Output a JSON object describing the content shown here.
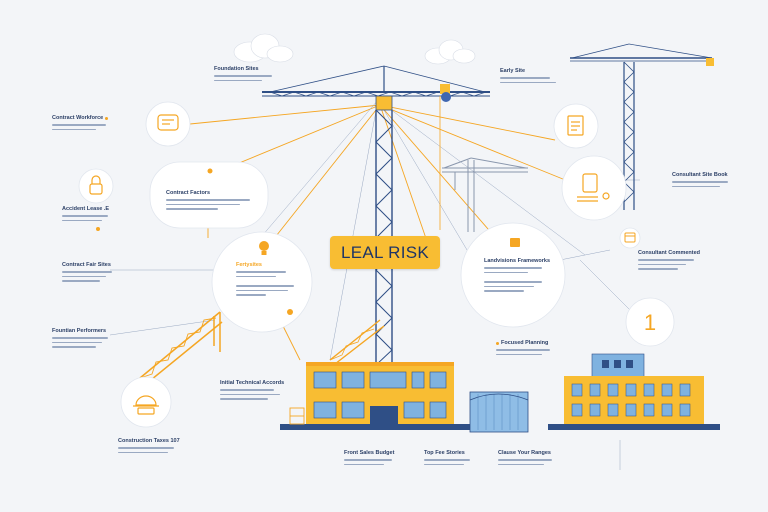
{
  "banner": {
    "title": "LEAL RISK"
  },
  "labels": {
    "top_crane_left": "Foundation Sites",
    "top_crane_right": "Early Site",
    "left_1": "Contract Workforce",
    "left_2": "Accident Lease .E",
    "left_3": "Contract Fair Sites",
    "left_4": "Fountian Performers",
    "left_5": "Construction Taxes 107",
    "bubble_1": "Contract Factors",
    "bubble_2": "Fertysites",
    "bubble_3": "Landvisions Frameworks",
    "right_1": "Consultant Site Book",
    "right_2": "Consultant Commented",
    "mid_crane": "Initial Technical Accords",
    "building_right": "Focused Planning",
    "bottom_1": "Front Sales Budget",
    "bottom_2": "Top Fee Stories",
    "bottom_3": "Clause Your Ranges",
    "right_number": "1"
  },
  "icons": {
    "bubble_a": "chat-icon",
    "bubble_b": "document-icon",
    "bubble_c": "hand-icon",
    "circle_left": "lock-icon",
    "circle_bottom_left": "hardhat-icon",
    "pin": "lightbulb-icon",
    "calendar": "calendar-icon"
  },
  "colors": {
    "background": "#f3f5f8",
    "accent_yellow": "#f8bd33",
    "navy": "#1f3565",
    "crane_blue": "#2f4f86",
    "container_blue": "#8fbde6",
    "building_blue": "#7fb2e0"
  }
}
